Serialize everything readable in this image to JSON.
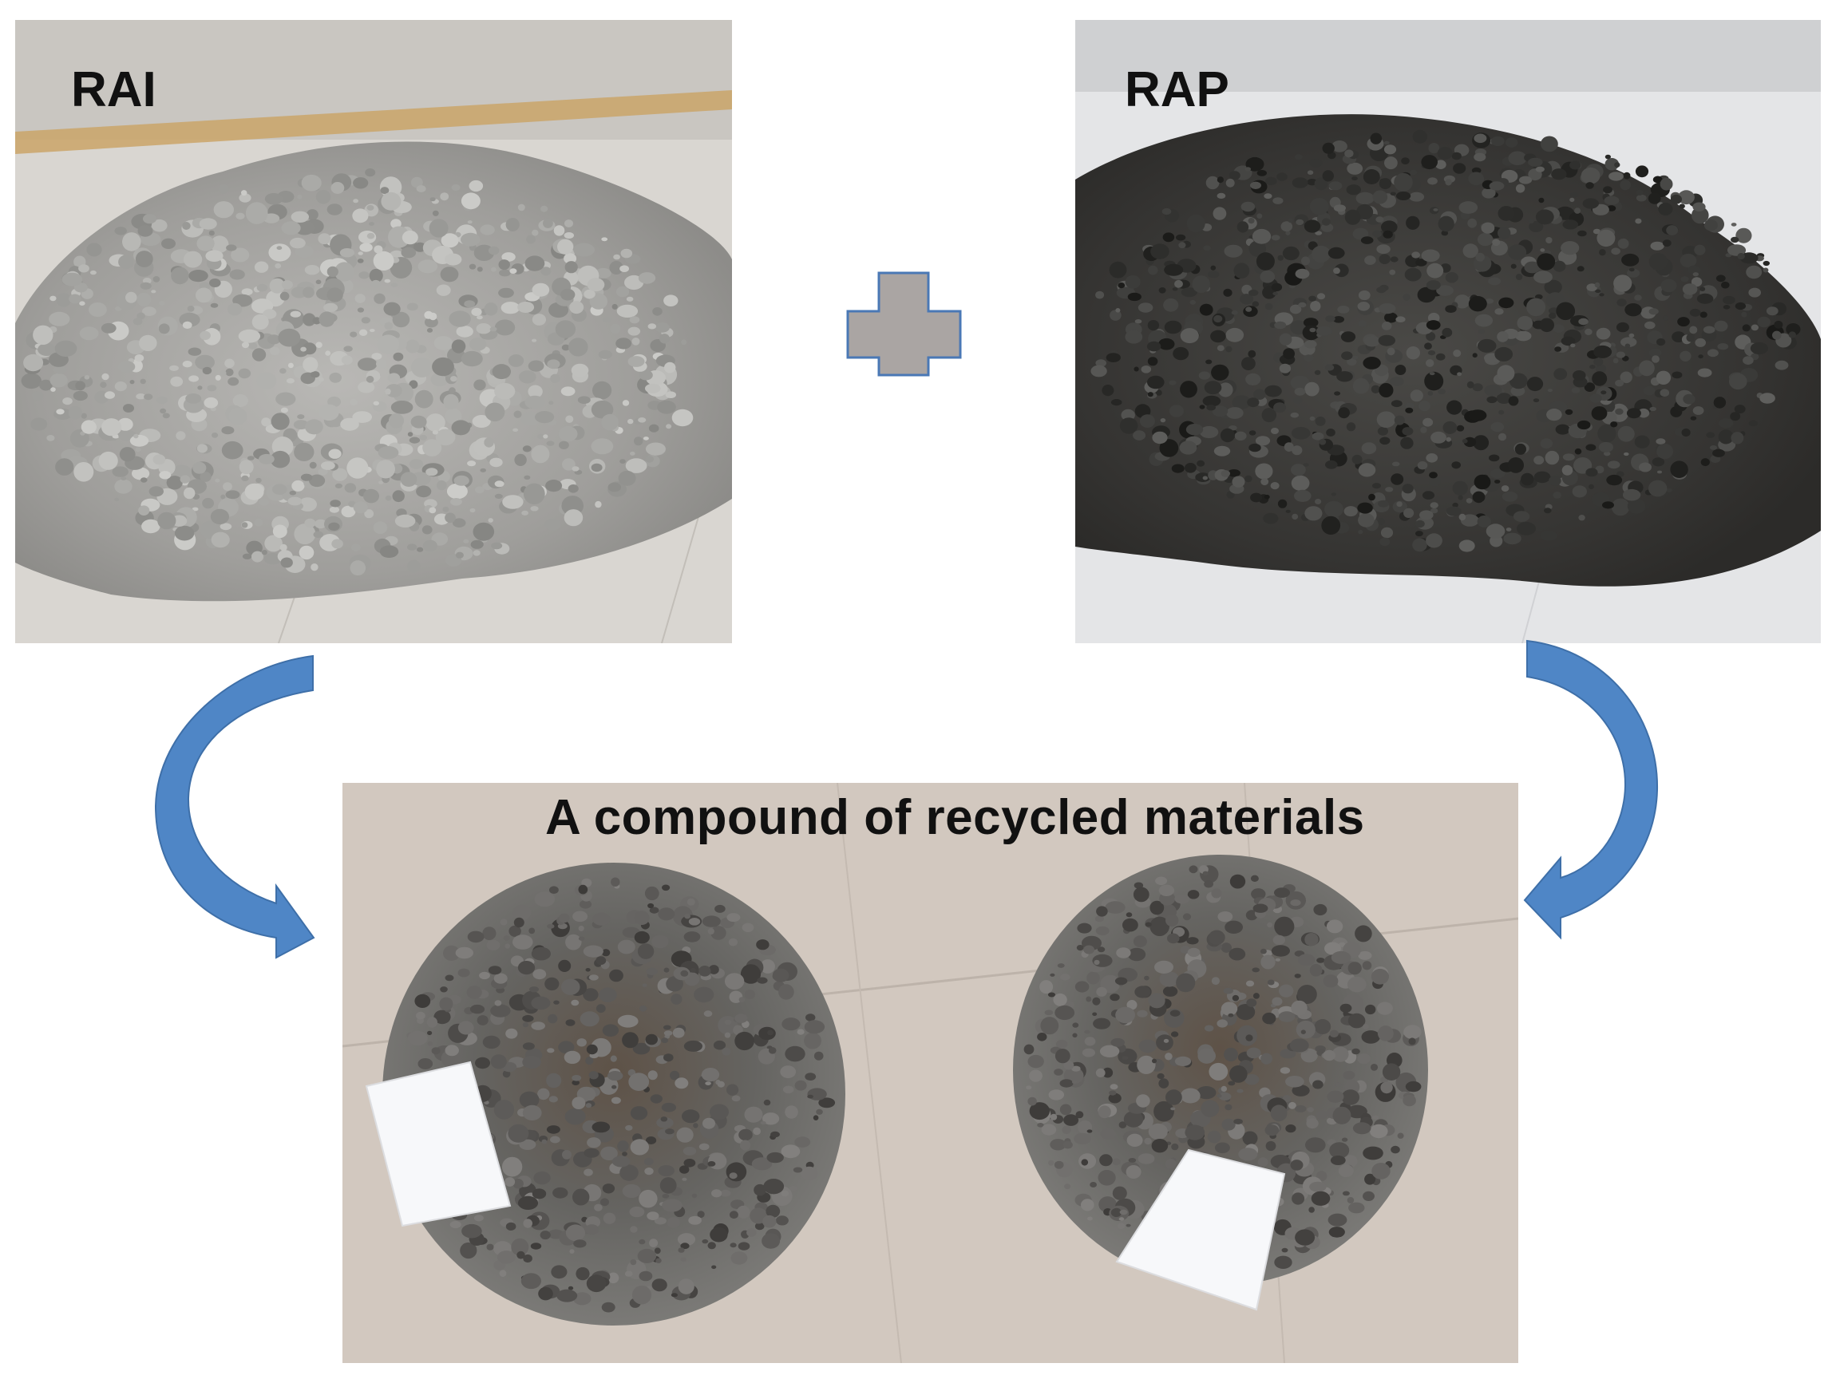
{
  "figure": {
    "panels": {
      "rai": {
        "label": "RAI",
        "tone": "#a9a9a6",
        "floor": "#d9d6d1"
      },
      "rap": {
        "label": "RAP",
        "tone": "#3c3c3a",
        "floor": "#e4e5e7"
      },
      "compound": {
        "label": "A compound of recycled materials",
        "tone": "#5f5d5b",
        "floor": "#d2c8bf"
      }
    },
    "connectors": {
      "plus_fill": "#aaa5a3",
      "plus_stroke": "#4a78b5",
      "arrow_fill": "#4f86c6",
      "arrow_stroke": "#3e6fa8"
    }
  }
}
